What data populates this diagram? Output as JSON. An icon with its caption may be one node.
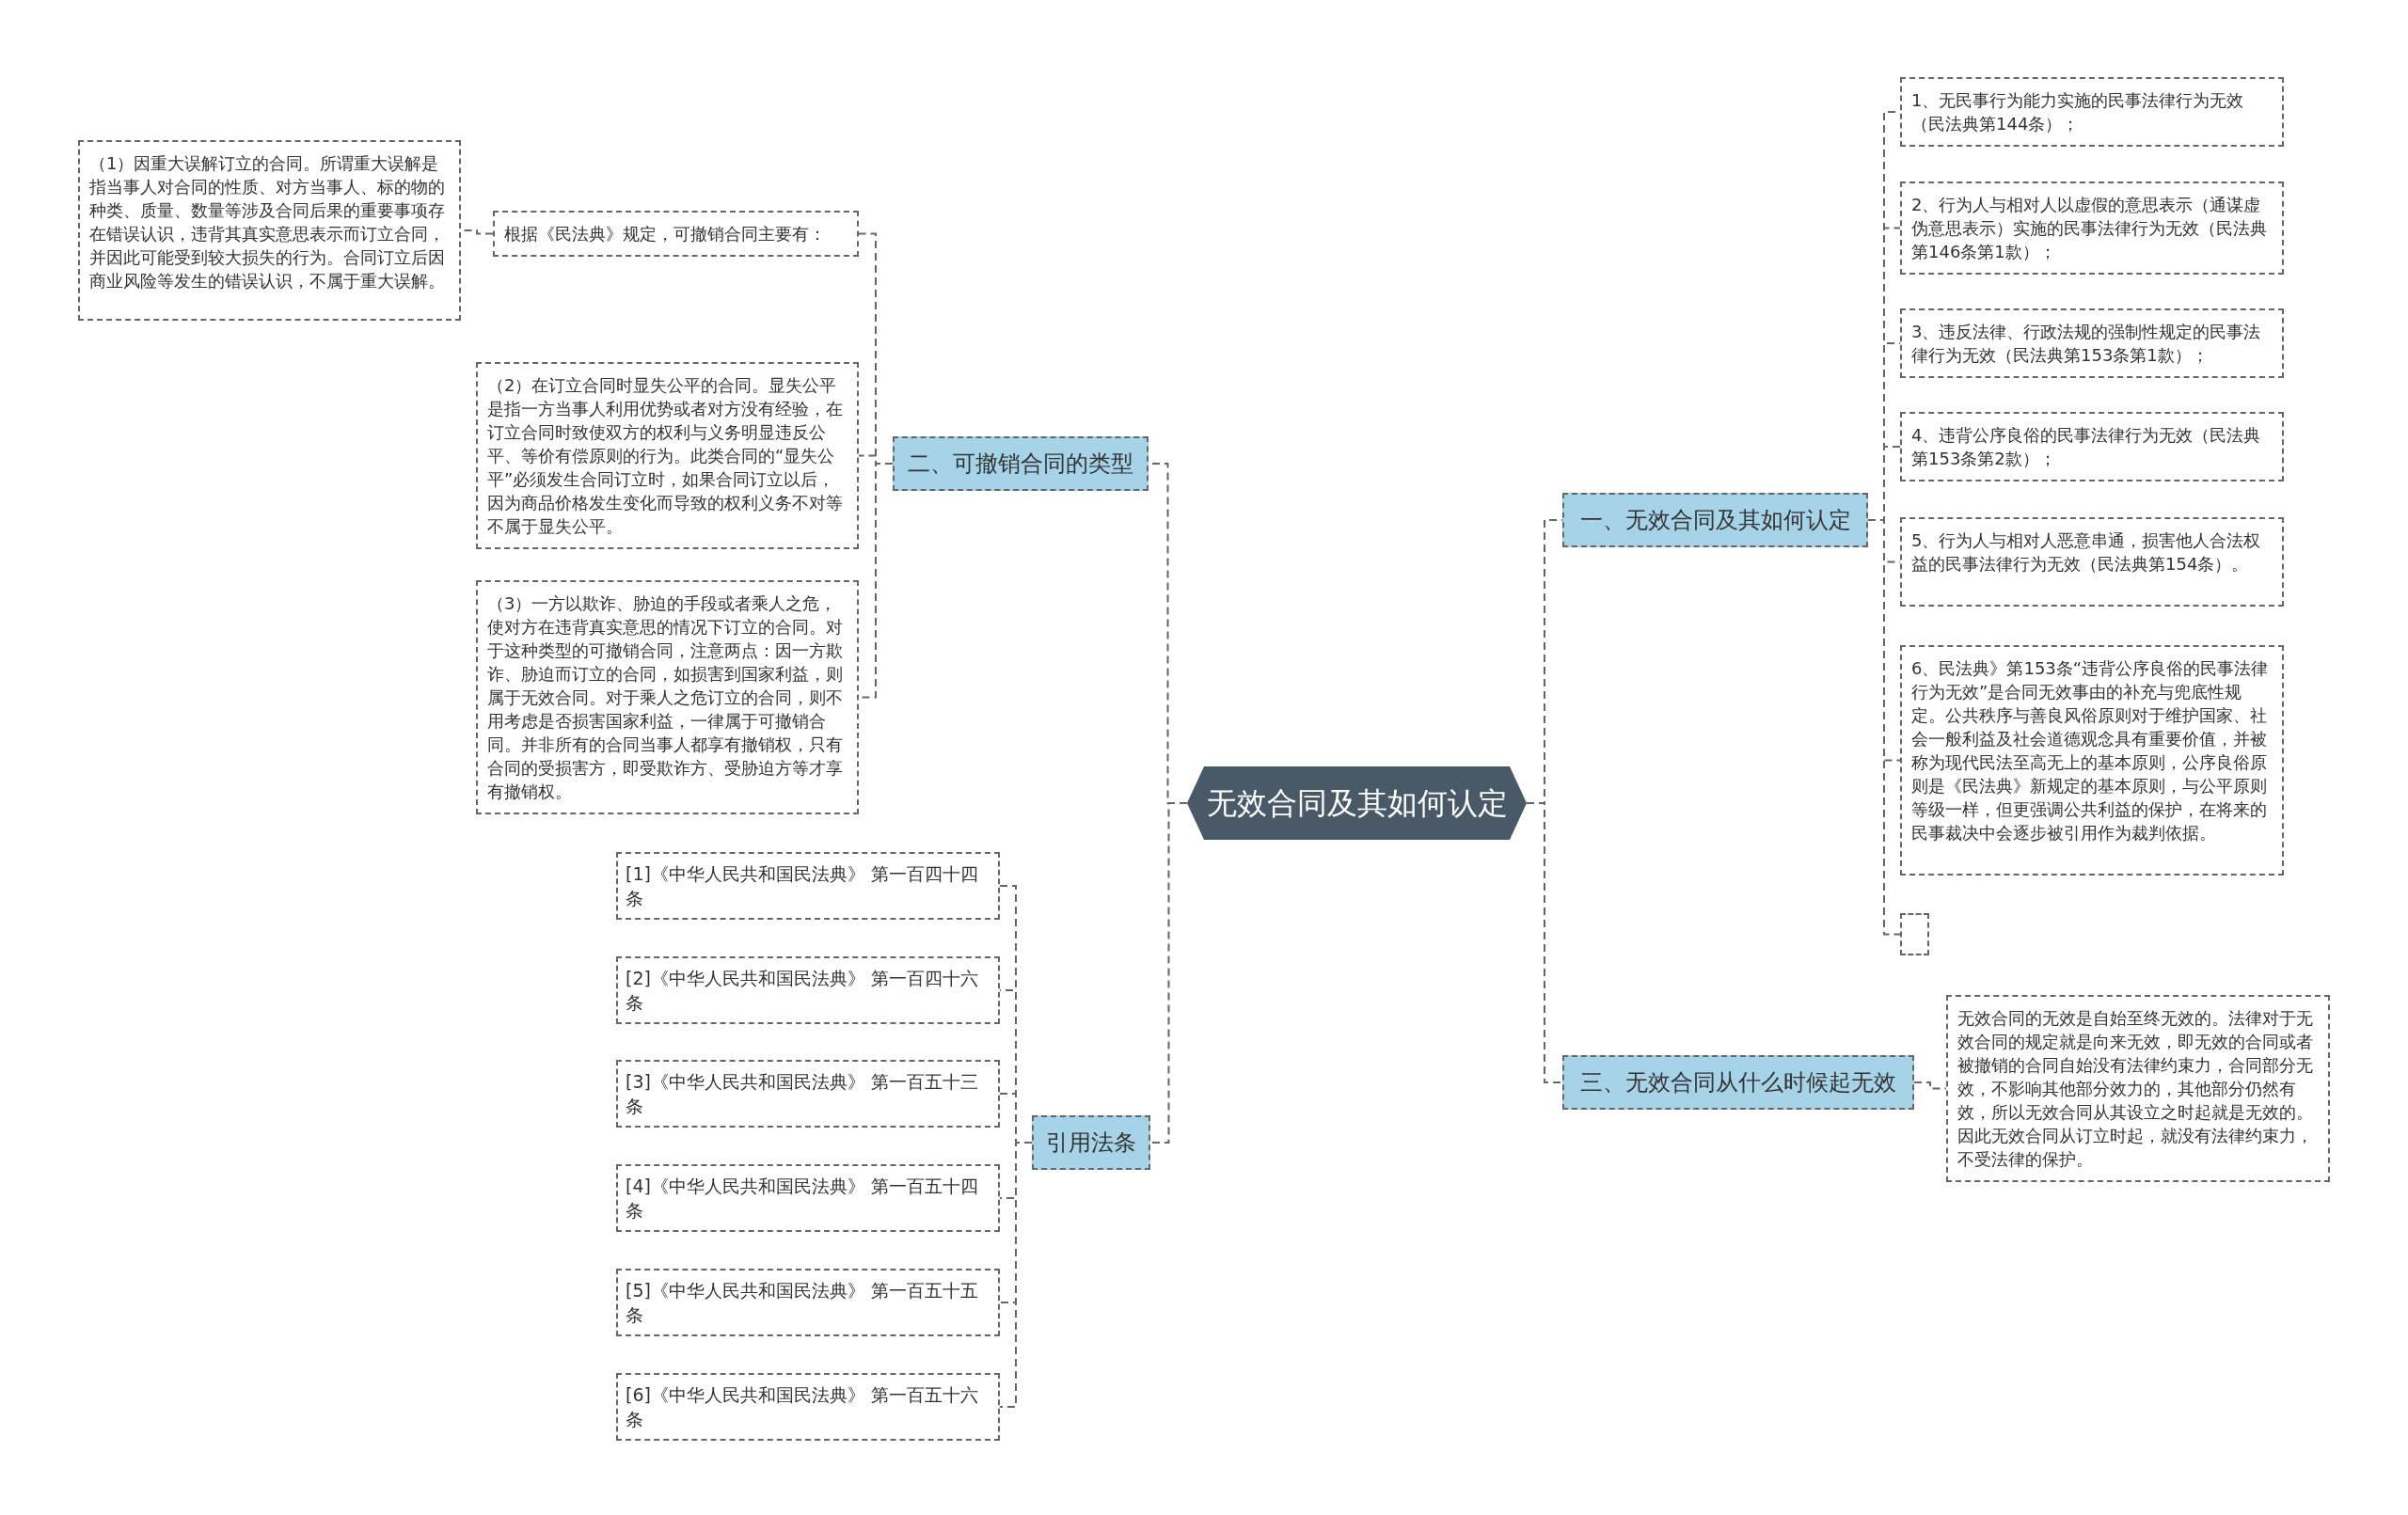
{
  "diagram": {
    "nodes": [
      {
        "text": [
          "无效合同及其如何认定"
        ]
      },
      {
        "text": [
          "一、无效合同及其如何认定"
        ]
      },
      {
        "text": [
          "1、无民事行为能力实施的民事法律行为无效（民法典第144条）；"
        ]
      },
      {
        "text": [
          "2、行为人与相对人以虚假的意思表示（通谋虚伪意思表示）实施的民事法律行为无效（民法典第146条第1款）；"
        ]
      },
      {
        "text": [
          "3、违反法律、行政法规的强制性规定的民事法律行为无效（民法典第153条第1款）；"
        ]
      },
      {
        "text": [
          "4、违背公序良俗的民事法律行为无效（民法典第153条第2款）；"
        ]
      },
      {
        "text": [
          "5、行为人与相对人恶意串通，损害他人合法权益的民事法律行为无效（民法典第154条）。"
        ]
      },
      {
        "text": [
          "6、民法典》第153条“违背公序良俗的民事法律行为无效”是合同无效事由的补充与兜底性规定。公共秩序与善良风俗原则对于维护国家、社会一般利益及社会道德观念具有重要价值，并被称为现代民法至高无上的基本原则，公序良俗原则是《民法典》新规定的基本原则，与公平原则等级一样，但更强调公共利益的保护，在将来的民事裁决中会逐步被引用作为裁判依据。"
        ]
      },
      {
        "text": [],
        "shape": "box"
      },
      {
        "text": [
          "三、无效合同从什么时候起无效"
        ]
      },
      {
        "text": [
          "无效合同的无效是自始至终无效的。法律对于无效合同的规定就是向来无效，即无效的合同或者被撤销的合同自始没有法律约束力，合同部分无效，不影响其他部分效力的，其他部分仍然有效，所以无效合同从其设立之时起就是无效的。因此无效合同从订立时起，就没有法律约束力，不受法律的保护。"
        ]
      },
      {
        "text": [
          "二、可撤销合同的类型"
        ]
      },
      {
        "text": [
          "根据《民法典》规定，可撤销合同主要有："
        ]
      },
      {
        "text": [
          "（1）因重大误解订立的合同。所谓重大误解是指当事人对合同的性质、对方当事人、标的物的种类、质量、数量等涉及合同后果的重要事项存在错误认识，违背其真实意思表示而订立合同，并因此可能受到较大损失的行为。合同订立后因商业风险等发生的错误认识，不属于重大误解。"
        ]
      },
      {
        "text": [
          "（2）在订立合同时显失公平的合同。显失公平是指一方当事人利用优势或者对方没有经验，在订立合同时致使双方的权利与义务明显违反公平、等价有偿原则的行为。此类合同的“显失公平”必须发生合同订立时，如果合同订立以后，因为商品价格发生变化而导致的权利义务不对等不属于显失公平。"
        ]
      },
      {
        "text": [
          "（3）一方以欺诈、胁迫的手段或者乘人之危，使对方在违背真实意思的情况下订立的合同。对于这种类型的可撤销合同，注意两点：因一方欺诈、胁迫而订立的合同，如损害到国家利益，则属于无效合同。对于乘人之危订立的合同，则不用考虑是否损害国家利益，一律属于可撤销合同。并非所有的合同当事人都享有撤销权，只有合同的受损害方，即受欺诈方、受胁迫方等才享有撤销权。"
        ]
      },
      {
        "text": [
          "引用法条"
        ]
      },
      {
        "text": [
          "[1]《中华人民共和国民法典》 第一百四十四条"
        ]
      },
      {
        "text": [
          "[2]《中华人民共和国民法典》 第一百四十六条"
        ]
      },
      {
        "text": [
          "[3]《中华人民共和国民法典》 第一百五十三条"
        ]
      },
      {
        "text": [
          "[4]《中华人民共和国民法典》 第一百五十四条"
        ]
      },
      {
        "text": [
          "[5]《中华人民共和国民法典》 第一百五十五条"
        ]
      },
      {
        "text": [
          "[6]《中华人民共和国民法典》 第一百五十六条"
        ]
      }
    ],
    "edges": [
      {
        "from": 0,
        "to": 1,
        "arrow": "none"
      },
      {
        "from": 1,
        "to": 2,
        "arrow": "none"
      },
      {
        "from": 1,
        "to": 3,
        "arrow": "none"
      },
      {
        "from": 1,
        "to": 4,
        "arrow": "none"
      },
      {
        "from": 1,
        "to": 5,
        "arrow": "none"
      },
      {
        "from": 1,
        "to": 6,
        "arrow": "none"
      },
      {
        "from": 1,
        "to": 7,
        "arrow": "none"
      },
      {
        "from": 1,
        "to": 8,
        "arrow": "none"
      },
      {
        "from": 0,
        "to": 9,
        "arrow": "none"
      },
      {
        "from": 9,
        "to": 10,
        "arrow": "none"
      },
      {
        "from": 0,
        "to": 11,
        "arrow": "none"
      },
      {
        "from": 11,
        "to": 12,
        "arrow": "none"
      },
      {
        "from": 12,
        "to": 13,
        "arrow": "none"
      },
      {
        "from": 11,
        "to": 14,
        "arrow": "none"
      },
      {
        "from": 11,
        "to": 15,
        "arrow": "none"
      },
      {
        "from": 0,
        "to": 16,
        "arrow": "none"
      },
      {
        "from": 16,
        "to": 17,
        "arrow": "none"
      },
      {
        "from": 16,
        "to": 18,
        "arrow": "none"
      },
      {
        "from": 16,
        "to": 19,
        "arrow": "none"
      },
      {
        "from": 16,
        "to": 20,
        "arrow": "none"
      },
      {
        "from": 16,
        "to": 21,
        "arrow": "none"
      },
      {
        "from": 16,
        "to": 22,
        "arrow": "none"
      }
    ]
  }
}
